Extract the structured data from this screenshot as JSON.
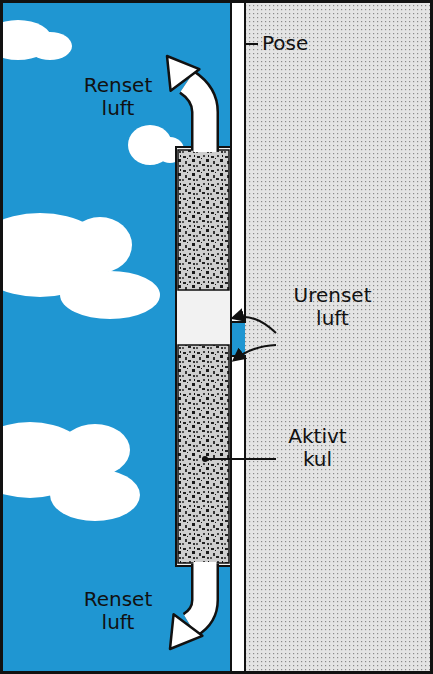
{
  "diagram": {
    "labels": [
      "Renset luft",
      "Pose",
      "Urenset luft",
      "Aktivt kul",
      "Renset luft"
    ]
  }
}
